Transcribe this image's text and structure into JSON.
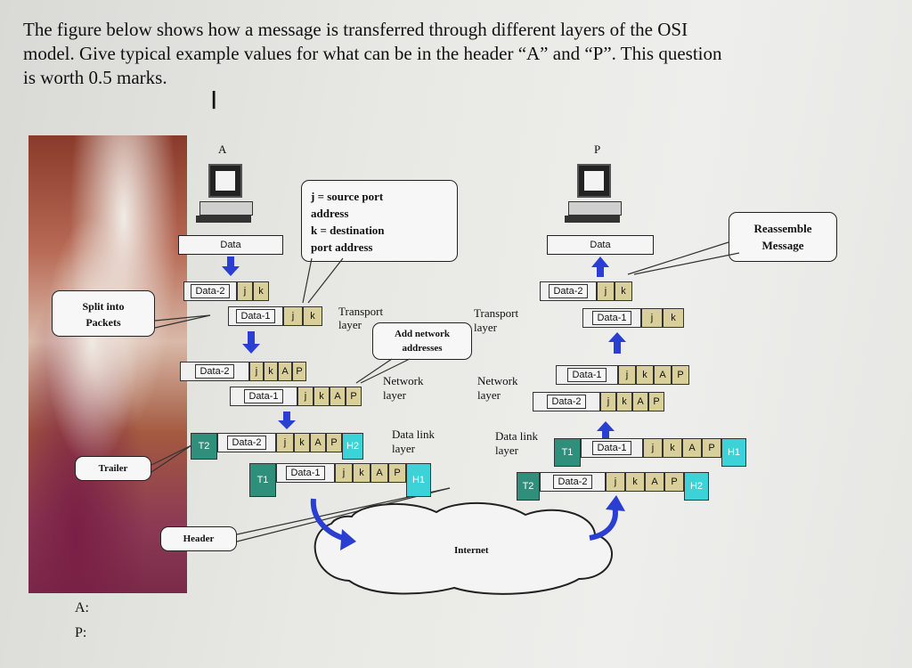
{
  "question": {
    "line1": "The figure below shows how a message is transferred through different layers of the OSI",
    "line2": "model. Give typical example values for what can be in the header “A” and “P”. This question",
    "line3": "is worth 0.5 marks."
  },
  "cursor_glyph": "I",
  "hosts": {
    "a": "A",
    "p": "P"
  },
  "data_label": "Data",
  "callouts": {
    "jk": [
      "j = source port",
      "address",
      "k = destination",
      "port address"
    ],
    "reassemble": [
      "Reassemble",
      "Message"
    ],
    "split": [
      "Split into",
      "Packets"
    ],
    "add_network": [
      "Add network",
      "addresses"
    ],
    "trailer": "Trailer",
    "header": "Header"
  },
  "layers": {
    "transport": [
      "Transport",
      "layer"
    ],
    "network": [
      "Network",
      "layer"
    ],
    "datalink": [
      "Data link",
      "layer"
    ]
  },
  "cells": {
    "data2": "Data-2",
    "data1": "Data-1",
    "j": "j",
    "k": "k",
    "a": "A",
    "p": "P",
    "t1": "T1",
    "t2": "T2",
    "h1": "H1",
    "h2": "H2"
  },
  "cloud_label": "Internet",
  "answers": {
    "a": "A:",
    "p": "P:"
  },
  "colors": {
    "header_cell": "#d8cf9a",
    "trailer": "#2f8f7a",
    "hcell": "#3bd3d8",
    "arrow": "#2a3fd1"
  }
}
